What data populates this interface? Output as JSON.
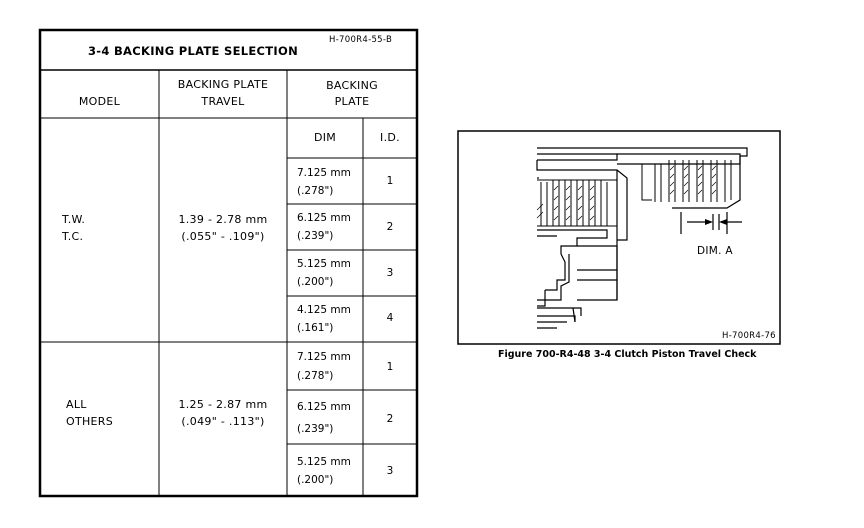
{
  "table": {
    "title": "3-4 BACKING PLATE SELECTION",
    "ref_code": "H-700R4-55-B",
    "headers": {
      "model": "MODEL",
      "travel_l1": "BACKING PLATE",
      "travel_l2": "TRAVEL",
      "plate_l1": "BACKING",
      "plate_l2": "PLATE",
      "dim": "DIM",
      "id": "I.D."
    },
    "groups": [
      {
        "model_l1": "T.W.",
        "model_l2": "T.C.",
        "travel_l1": "1.39 - 2.78 mm",
        "travel_l2": "(.055\" - .109\")",
        "rows": [
          {
            "dim_mm": "7.125 mm",
            "dim_in": "(.278\")",
            "id": "1"
          },
          {
            "dim_mm": "6.125 mm",
            "dim_in": "(.239\")",
            "id": "2"
          },
          {
            "dim_mm": "5.125 mm",
            "dim_in": "(.200\")",
            "id": "3"
          },
          {
            "dim_mm": "4.125 mm",
            "dim_in": "(.161\")",
            "id": "4"
          }
        ]
      },
      {
        "model_l1": "ALL",
        "model_l2": "OTHERS",
        "travel_l1": "1.25 - 2.87 mm",
        "travel_l2": "(.049\" - .113\")",
        "rows": [
          {
            "dim_mm": "7.125 mm",
            "dim_in": "(.278\")",
            "id": "1"
          },
          {
            "dim_mm": "6.125 mm",
            "dim_in": "(.239\")",
            "id": "2"
          },
          {
            "dim_mm": "5.125 mm",
            "dim_in": "(.200\")",
            "id": "3"
          }
        ]
      }
    ]
  },
  "figure": {
    "dim_label": "DIM. A",
    "ref_code": "H-700R4-76",
    "caption": "Figure 700-R4-48 3-4 Clutch Piston Travel Check"
  }
}
